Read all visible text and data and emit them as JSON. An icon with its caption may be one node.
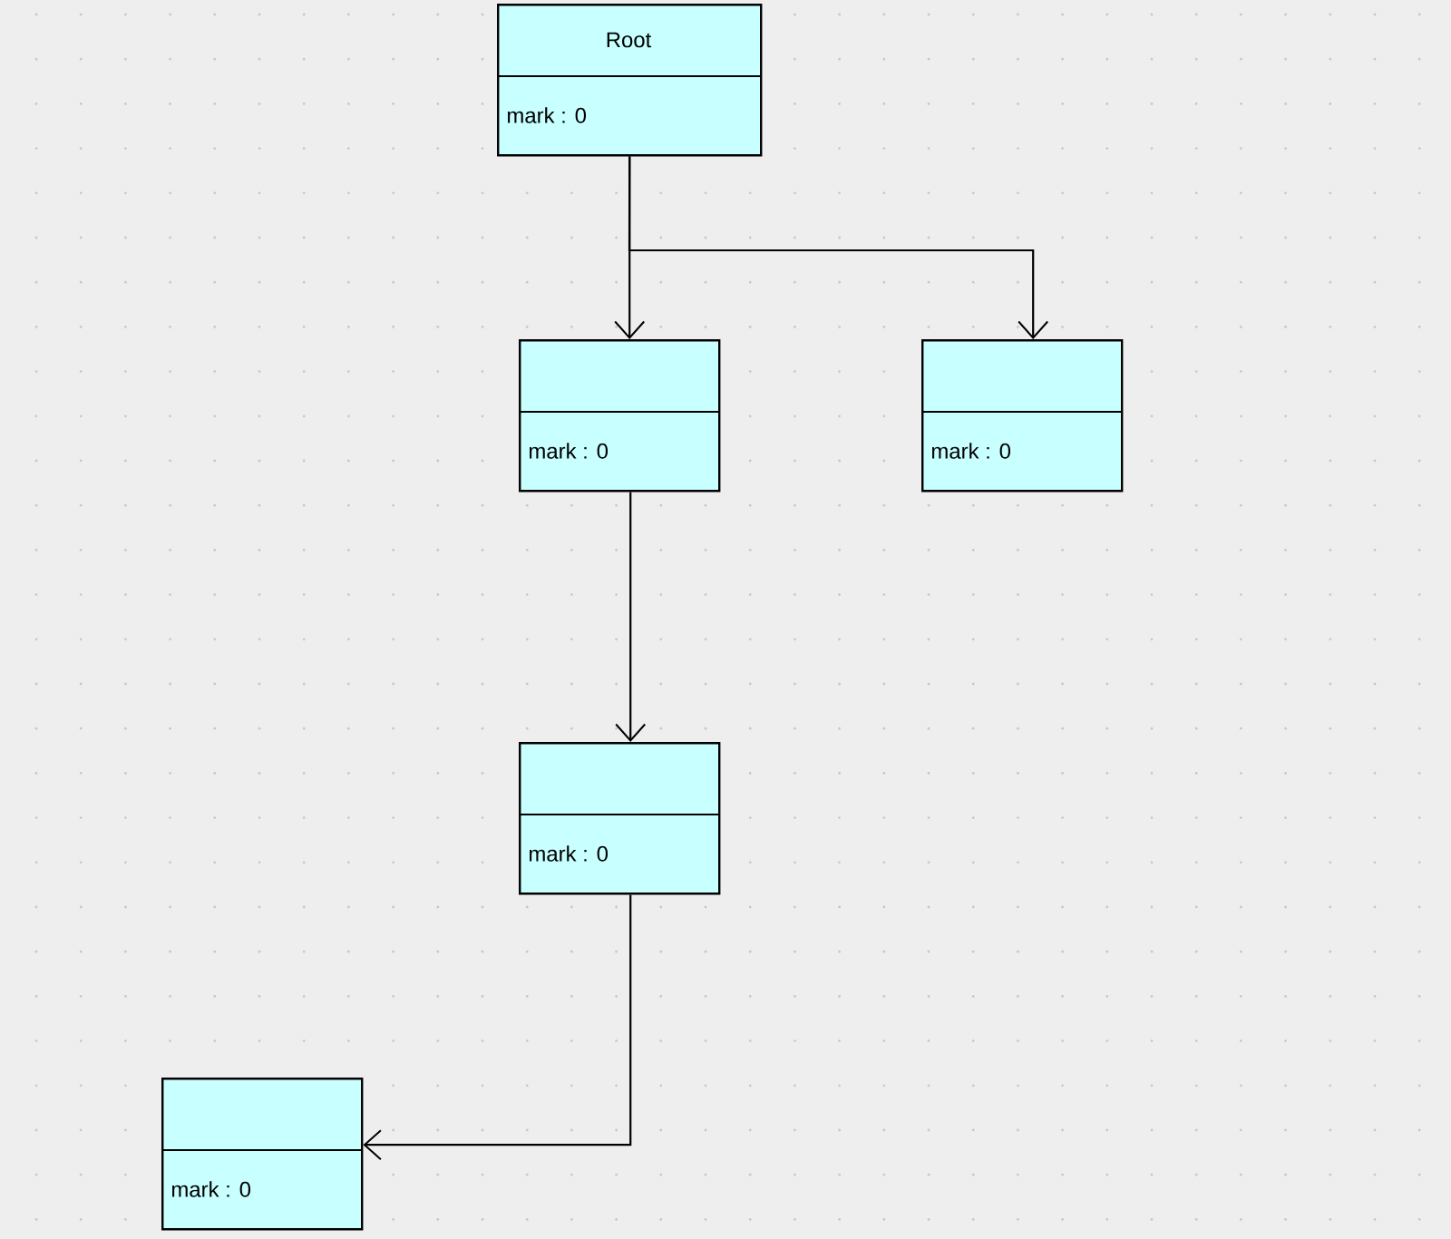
{
  "diagram": {
    "nodes": [
      {
        "text": [
          "Root",
          "mark : 0"
        ]
      },
      {
        "text": [
          "mark : 0"
        ]
      },
      {
        "text": [
          "mark : 0"
        ]
      },
      {
        "text": [
          "mark : 0"
        ]
      },
      {
        "text": [
          "mark : 0"
        ]
      }
    ],
    "edges": [
      {
        "from": 0,
        "to": 1,
        "arrow": "to"
      },
      {
        "from": 0,
        "to": 2,
        "arrow": "to"
      },
      {
        "from": 1,
        "to": 3,
        "arrow": "to"
      },
      {
        "from": 3,
        "to": 4,
        "arrow": "to"
      }
    ]
  }
}
